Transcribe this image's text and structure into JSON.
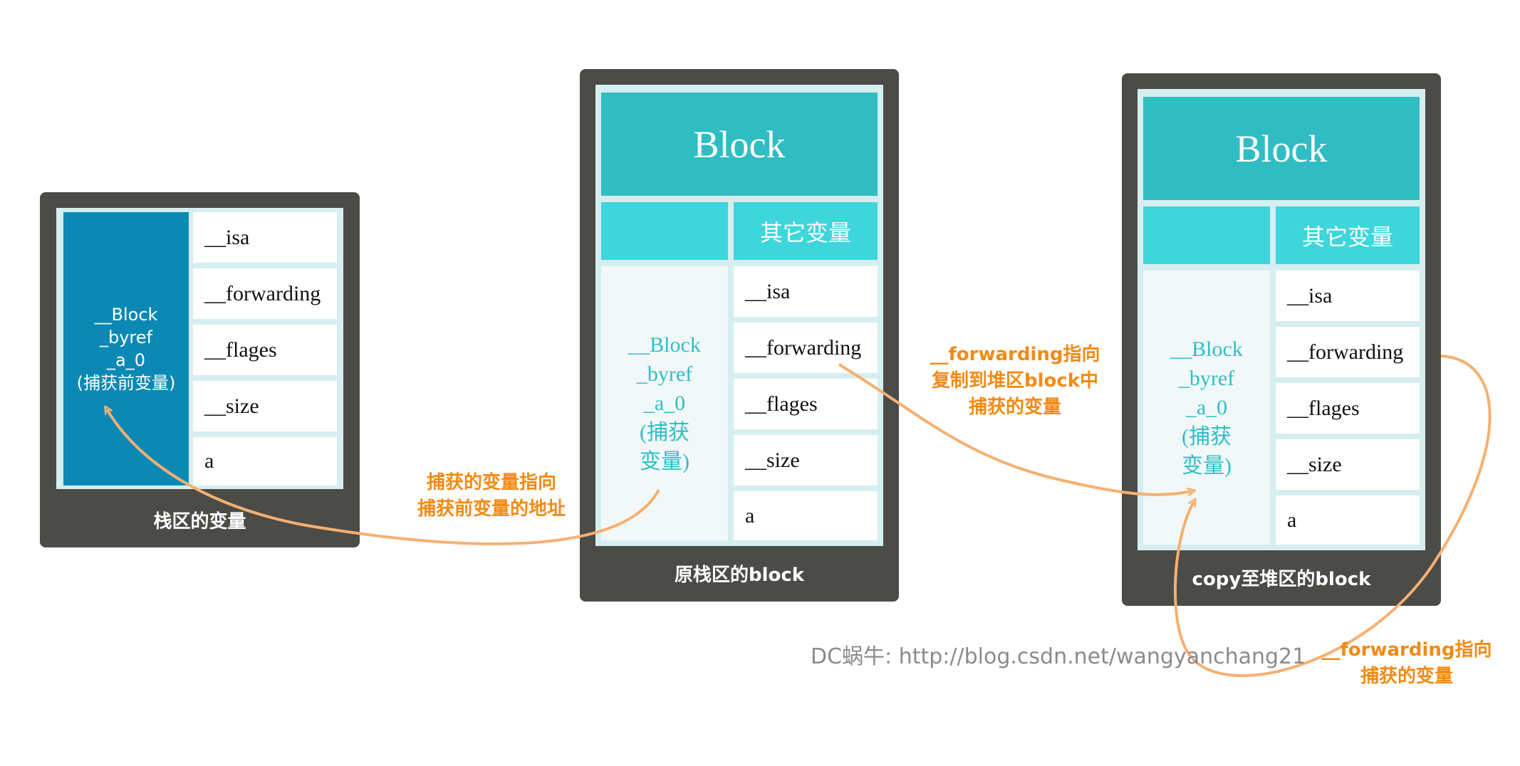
{
  "stack_panel": {
    "byref_label": "__Block\n_byref\n_a_0\n(捕获前变量)",
    "fields": [
      "__isa",
      "__forwarding",
      "__flages",
      "__size",
      "a"
    ],
    "caption": "栈区的变量"
  },
  "original_block_panel": {
    "title": "Block",
    "other_vars": "其它变量",
    "byref_label": "__Block\n_byref\n_a_0\n(捕获\n变量)",
    "fields": [
      "__isa",
      "__forwarding",
      "__flages",
      "__size",
      "a"
    ],
    "caption": "原栈区的block"
  },
  "heap_block_panel": {
    "title": "Block",
    "other_vars": "其它变量",
    "byref_label": "__Block\n_byref\n_a_0\n(捕获\n变量)",
    "fields": [
      "__isa",
      "__forwarding",
      "__flages",
      "__size",
      "a"
    ],
    "caption": "copy至堆区的block"
  },
  "annotations": {
    "captured_points_to_pre": "捕获的变量指向\n捕获前变量的地址",
    "forwarding_to_heap": "__forwarding指向\n复制到堆区block中\n捕获的变量",
    "forwarding_to_captured": "__forwarding指向\n捕获的变量"
  },
  "watermark": "DC蜗牛: http://blog.csdn.net/wangyanchang21",
  "colors": {
    "panel": "#4b4b48",
    "block_header": "#2fbdc3",
    "cyan_cell": "#3dd6dc",
    "stack_byref": "#0b89b4",
    "arrow": "#f5b071",
    "annotation_text": "#f28a14"
  }
}
